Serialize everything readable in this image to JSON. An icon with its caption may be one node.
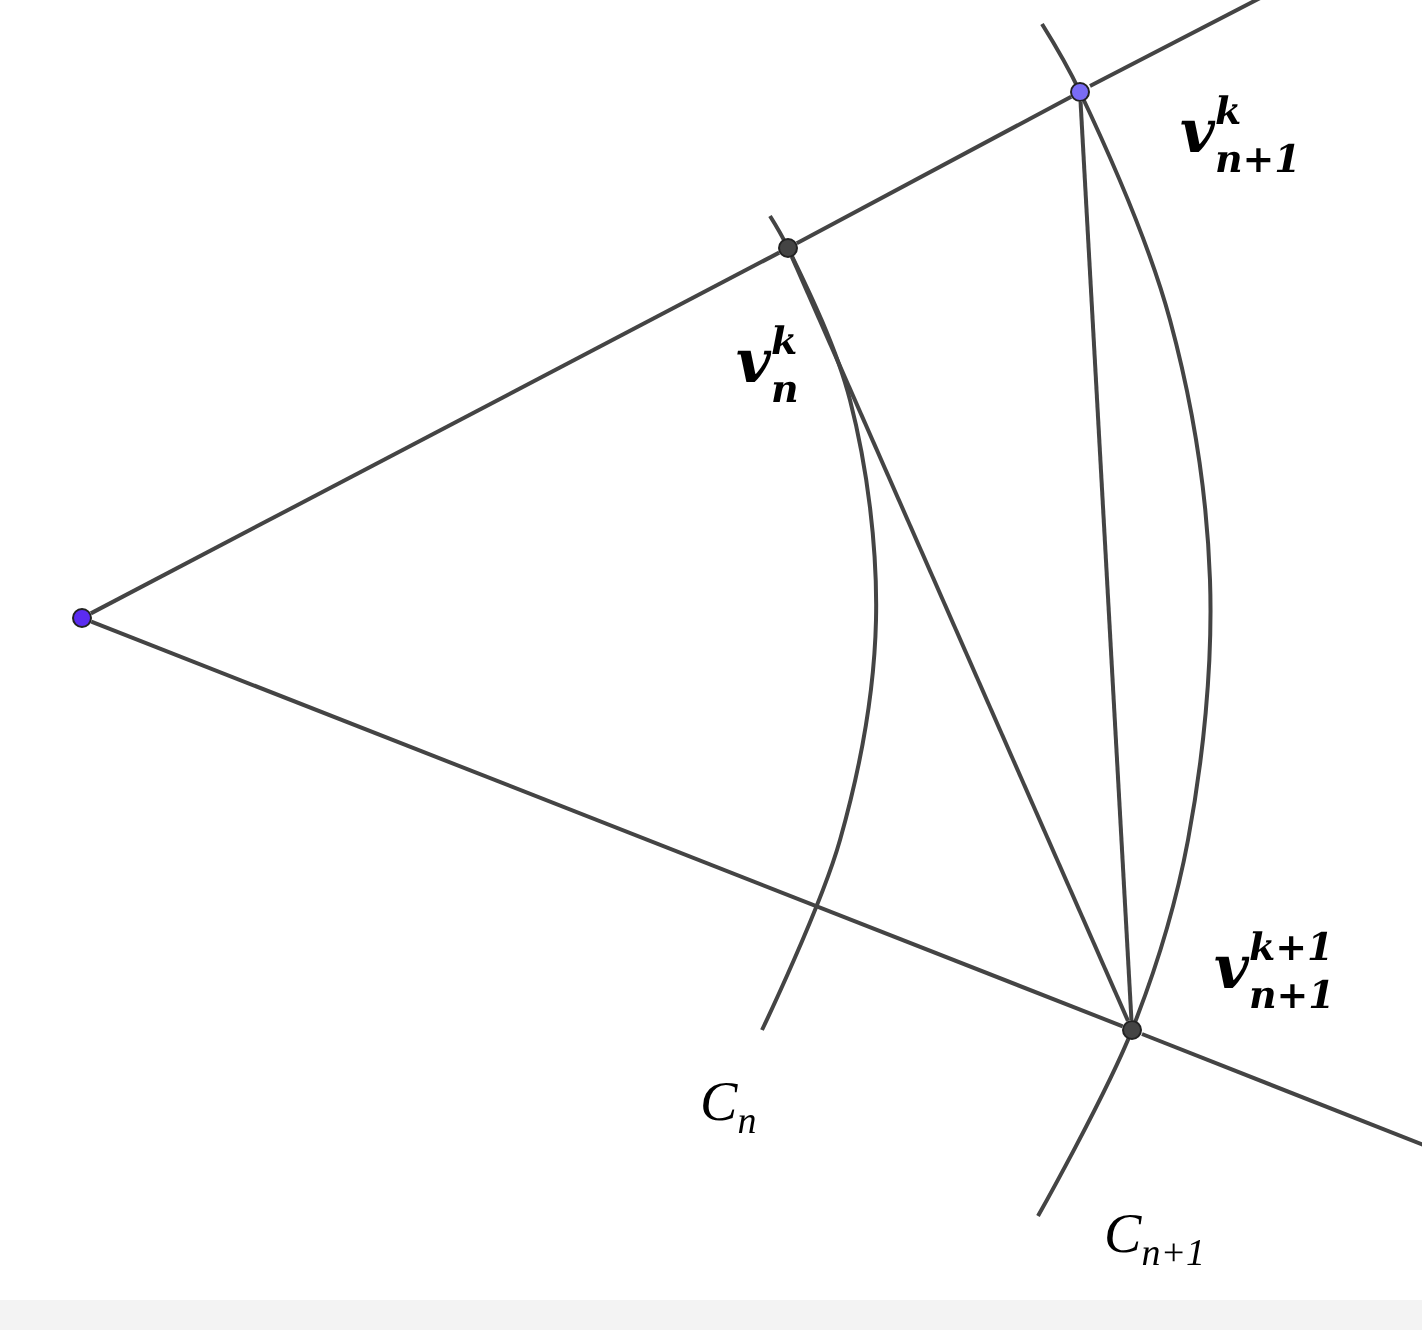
{
  "diagram": {
    "nodes": [
      {
        "text": [],
        "shape": "circle"
      },
      {
        "text": [],
        "shape": "circle",
        "beside": [
          "v$^{k}$$_{n}$"
        ]
      },
      {
        "text": [],
        "shape": "circle",
        "beside": [
          "v$^{k}$$_{n+1}$"
        ]
      },
      {
        "text": [],
        "shape": "circle",
        "beside": [
          "v$^{k+1}$$_{n+1}$"
        ]
      }
    ],
    "edges": [
      {
        "from": 0,
        "to": 1,
        "arrow": "none"
      },
      {
        "from": 1,
        "to": 2,
        "arrow": "none"
      },
      {
        "from": 0,
        "to": 3,
        "arrow": "none"
      },
      {
        "from": 1,
        "to": 3,
        "arrow": "none"
      },
      {
        "from": 2,
        "to": 3,
        "arrow": "none"
      }
    ],
    "labels": [
      "C$_{n}$",
      "C$_{n+1}$"
    ]
  }
}
